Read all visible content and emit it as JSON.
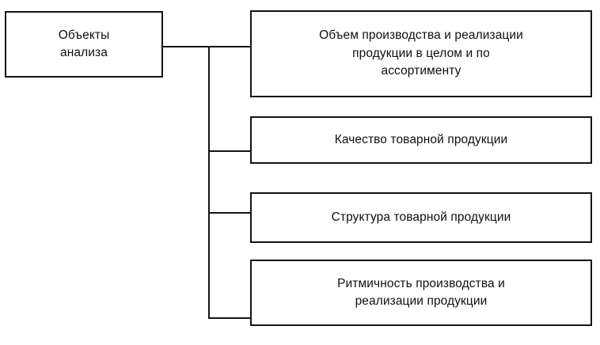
{
  "diagram": {
    "title": "Объекты анализа",
    "type": "hierarchy-tree",
    "orientation": "left-to-right",
    "colors": {
      "background": "#ffffff",
      "box_fill": "#ffffff",
      "border": "#141414",
      "text": "#101010",
      "connector": "#141414"
    },
    "root": {
      "label": "Объекты\nанализа"
    },
    "branches": [
      {
        "id": "volume",
        "label": "Объем производства и реализации\nпродукции в целом и по\nассортименту"
      },
      {
        "id": "quality",
        "label": "Качество товарной продукции"
      },
      {
        "id": "structure",
        "label": "Структура товарной продукции"
      },
      {
        "id": "rhythm",
        "label": "Ритмичность производства и\nреализации продукции"
      }
    ]
  }
}
